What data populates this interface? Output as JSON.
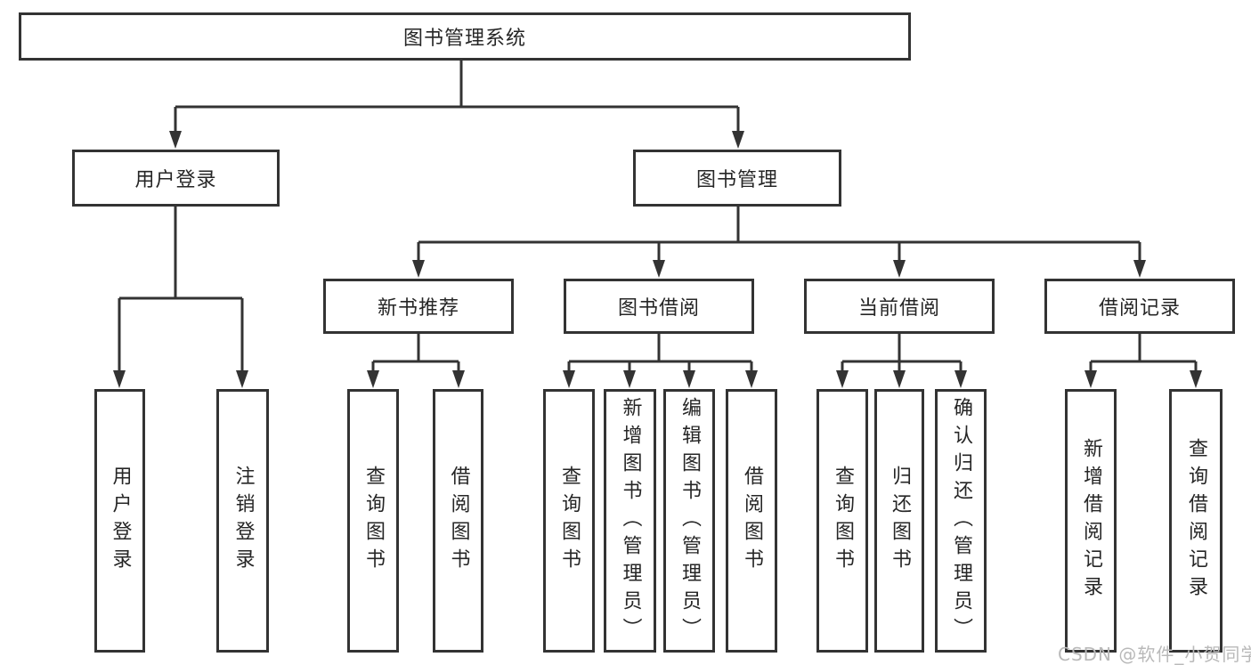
{
  "diagram_type": "tree-hierarchy",
  "colors": {
    "line": "#333333",
    "text": "#262626",
    "box_background": "#ffffff",
    "watermark": "#b9b9b9",
    "page_background": "#ffffff"
  },
  "root": {
    "label": "图书管理系统",
    "children": [
      {
        "label": "用户登录",
        "children": [
          {
            "label": "用户登录"
          },
          {
            "label": "注销登录"
          }
        ]
      },
      {
        "label": "图书管理",
        "children": [
          {
            "label": "新书推荐",
            "children": [
              {
                "label": "查询图书"
              },
              {
                "label": "借阅图书"
              }
            ]
          },
          {
            "label": "图书借阅",
            "children": [
              {
                "label": "查询图书"
              },
              {
                "label": "新增图书（管理员）"
              },
              {
                "label": "编辑图书（管理员）"
              },
              {
                "label": "借阅图书"
              }
            ]
          },
          {
            "label": "当前借阅",
            "children": [
              {
                "label": "查询图书"
              },
              {
                "label": "归还图书"
              },
              {
                "label": "确认归还（管理员）"
              }
            ]
          },
          {
            "label": "借阅记录",
            "children": [
              {
                "label": "新增借阅记录"
              },
              {
                "label": "查询借阅记录"
              }
            ]
          }
        ]
      }
    ]
  },
  "watermark": "CSDN @软件_小贺同学"
}
